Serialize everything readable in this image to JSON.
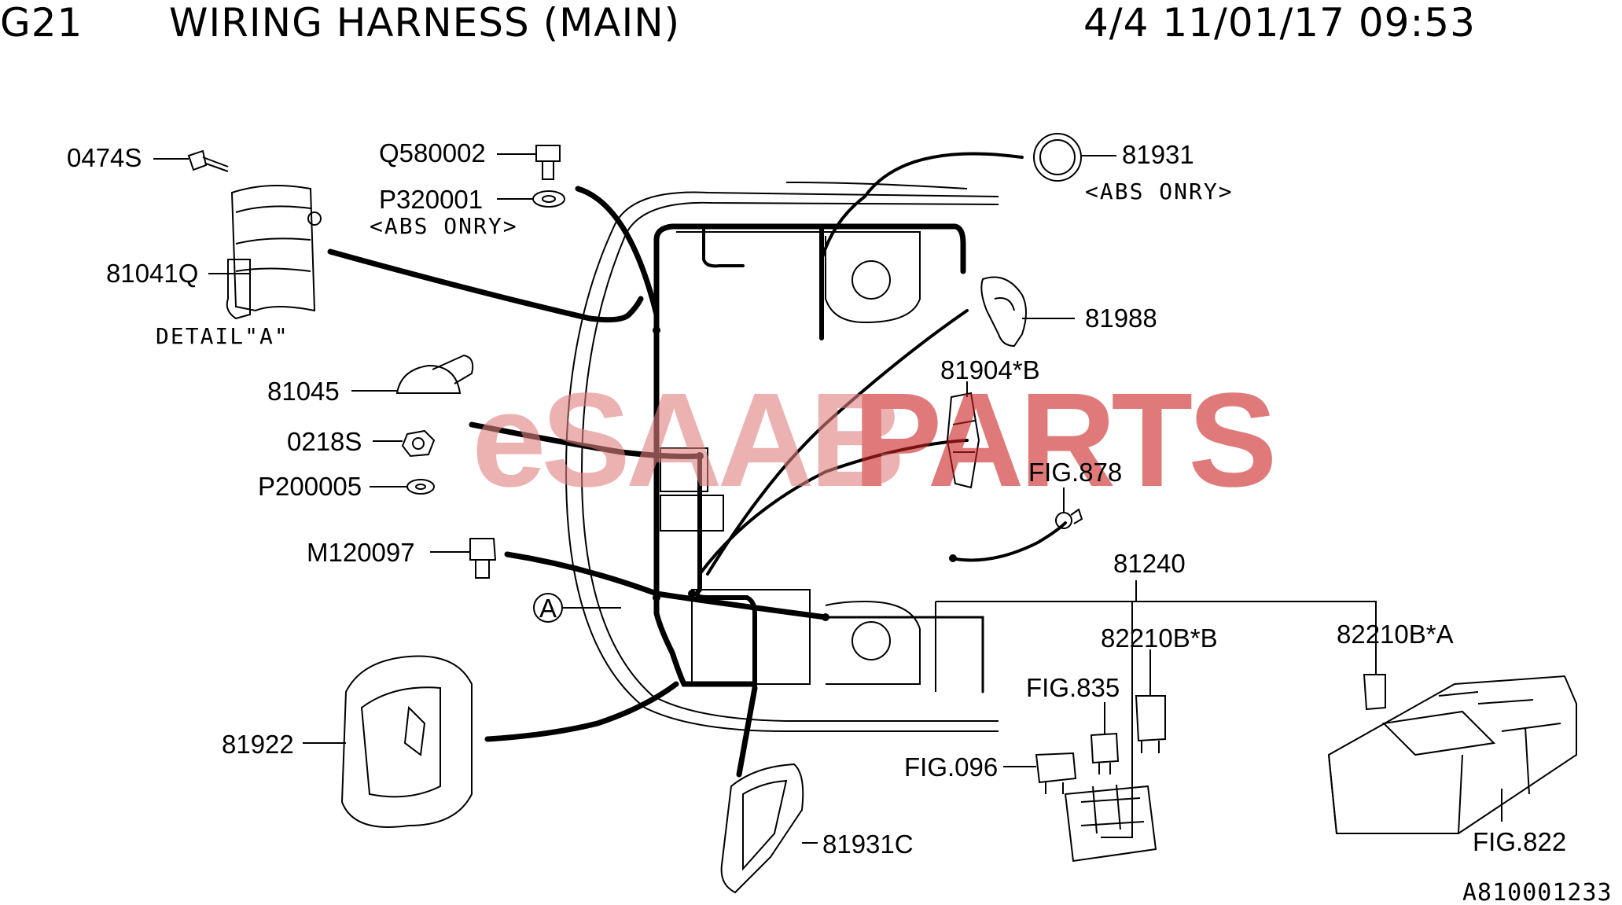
{
  "header": {
    "group_code": "G21",
    "title": "WIRING HARNESS (MAIN)",
    "page_datetime": "4/4 11/01/17 09:53"
  },
  "watermark": {
    "prefix": "eSAAB",
    "suffix": "PARTS",
    "prefix_color": "#e08080",
    "suffix_color": "#cc2222"
  },
  "parts": {
    "p0474s": "0474S",
    "q580002": "Q580002",
    "p320001": "P320001",
    "abs_only_1": "<ABS ONRY>",
    "p81931": "81931",
    "abs_only_2": "<ABS ONRY>",
    "p81041q": "81041Q",
    "detail_a": "DETAIL\"A\"",
    "p81988": "81988",
    "p81045": "81045",
    "p81904b": "81904*B",
    "p0218s": "0218S",
    "fig878": "FIG.878",
    "p200005": "P200005",
    "m120097": "M120097",
    "p81240": "81240",
    "circle_a": "A",
    "p82210bb": "82210B*B",
    "p82210ba": "82210B*A",
    "fig835": "FIG.835",
    "p81922": "81922",
    "fig096": "FIG.096",
    "p81931c": "81931C",
    "fig822": "FIG.822"
  },
  "diagram_ref": "A810001233"
}
